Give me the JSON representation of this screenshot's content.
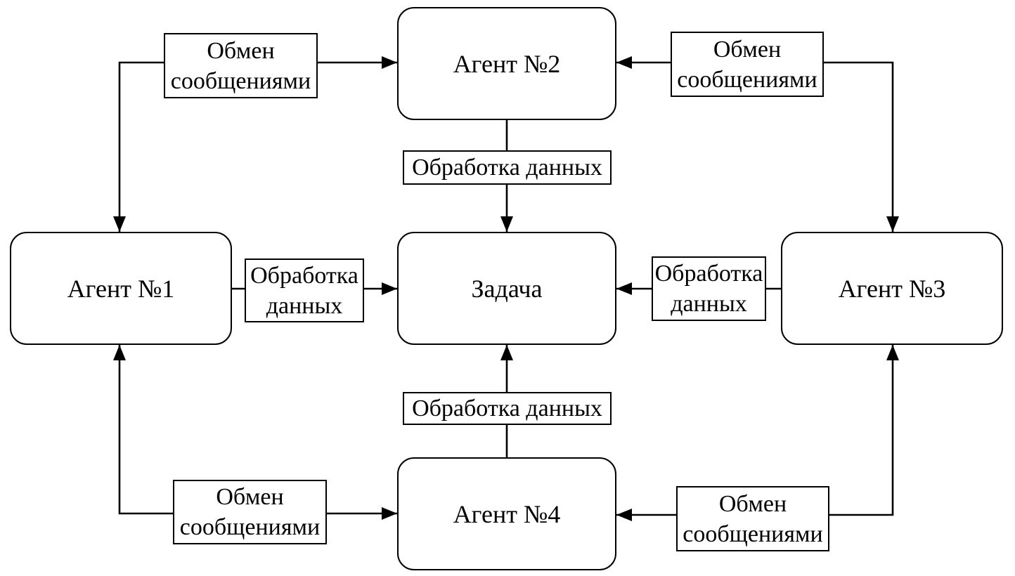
{
  "diagram": {
    "background": "#ffffff",
    "stroke_color": "#000000",
    "nodes": {
      "agent1": {
        "label": "Агент №1"
      },
      "agent2": {
        "label": "Агент №2"
      },
      "agent3": {
        "label": "Агент №3"
      },
      "agent4": {
        "label": "Агент №4"
      },
      "task": {
        "label": "Задача"
      }
    },
    "edge_labels": {
      "exchange_top_left": {
        "line1": "Обмен",
        "line2": "сообщениями"
      },
      "exchange_top_right": {
        "line1": "Обмен",
        "line2": "сообщениями"
      },
      "exchange_bottom_left": {
        "line1": "Обмен",
        "line2": "сообщениями"
      },
      "exchange_bottom_right": {
        "line1": "Обмен",
        "line2": "сообщениями"
      },
      "processing_top": {
        "text": "Обработка данных"
      },
      "processing_bottom": {
        "text": "Обработка данных"
      },
      "processing_left": {
        "line1": "Обработка",
        "line2": "данных"
      },
      "processing_right": {
        "line1": "Обработка",
        "line2": "данных"
      }
    }
  }
}
